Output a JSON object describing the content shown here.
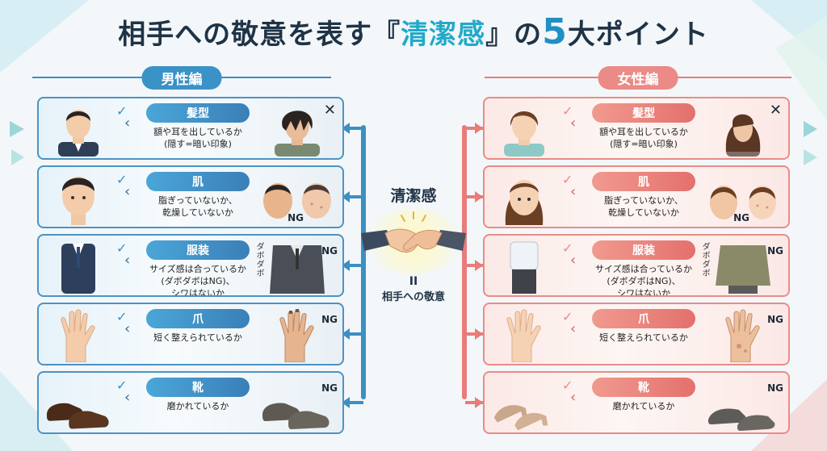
{
  "title": {
    "part1": "相手への敬意を表す『",
    "highlight": "清潔感",
    "part2": "』の",
    "number": "5",
    "part3": "大ポイント"
  },
  "sections": {
    "male": "男性編",
    "female": "女性編"
  },
  "center": {
    "keyword": "清潔感",
    "equals": "II",
    "respect": "相手への敬意"
  },
  "points": [
    {
      "label": "髪型",
      "desc": "額や耳を出しているか\n(隠す=暗い印象)",
      "mark": "✕"
    },
    {
      "label": "肌",
      "desc": "脂ぎっていないか、\n乾燥していないか",
      "mark": "NG"
    },
    {
      "label": "服装",
      "desc": "サイズ感は合っているか\n(ダボダボはNG)、\nシワはないか",
      "mark": "NG",
      "note": "ダボダボ"
    },
    {
      "label": "爪",
      "desc": "短く整えられているか",
      "mark": "NG"
    },
    {
      "label": "靴",
      "desc": "磨かれているか",
      "mark": "NG"
    }
  ],
  "colors": {
    "male_accent": "#3a92c6",
    "female_accent": "#eb8a86",
    "title_text": "#1f3346",
    "title_accent": "#22a9c9"
  },
  "icons": {
    "check": "check-icon",
    "cross": "cross-icon",
    "handshake": "handshake-icon"
  }
}
